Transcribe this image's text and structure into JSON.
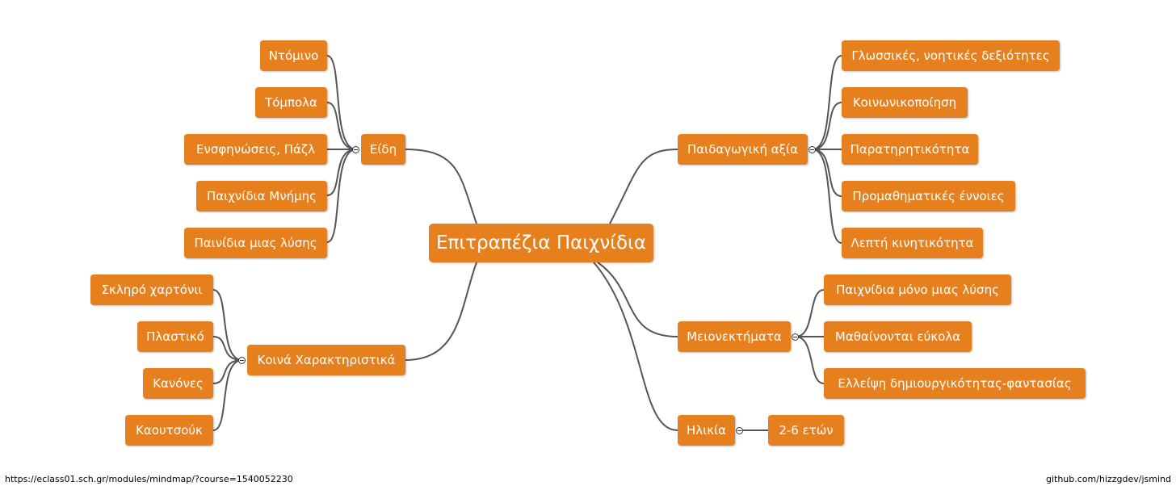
{
  "mindmap": {
    "root": "Επιτραπέζια Παιχνίδια",
    "branches": {
      "types": {
        "label": "Είδη",
        "children": [
          "Ντόμινο",
          "Τόμπολα",
          "Ενσφηνώσεις, Πάζλ",
          "Παιχνίδια Μνήμης",
          "Παινίδια μιας λύσης"
        ]
      },
      "common": {
        "label": "Κοινά Χαρακτηριστικά",
        "children": [
          "Σκληρό χαρτόνιι",
          "Πλαστικό",
          "Κανόνες",
          "Καουτσούκ"
        ]
      },
      "pedagogy": {
        "label": "Παιδαγωγική αξία",
        "children": [
          "Γλωσσικές, νοητικές δεξιότητες",
          "Κοινωνικοποίηση",
          "Παρατηρητικότητα",
          "Προμαθηματικές έννοιες",
          "Λεπτή κινητικότητα"
        ]
      },
      "drawbacks": {
        "label": "Μειονεκτήματα",
        "children": [
          "Παιχνίδια μόνο μιας λύσης",
          "Μαθαίνονται εύκολα",
          "Ελλείψη δημιουργικότητας-φαντασίας"
        ]
      },
      "age": {
        "label": "Ηλικία",
        "children": [
          "2-6 ετών"
        ]
      }
    }
  },
  "footer": {
    "left": "https://eclass01.sch.gr/modules/mindmap/?course=1540052230",
    "right": "github.com/hizzgdev/jsmind"
  },
  "colors": {
    "node": "#e6801f",
    "line": "#555555"
  }
}
